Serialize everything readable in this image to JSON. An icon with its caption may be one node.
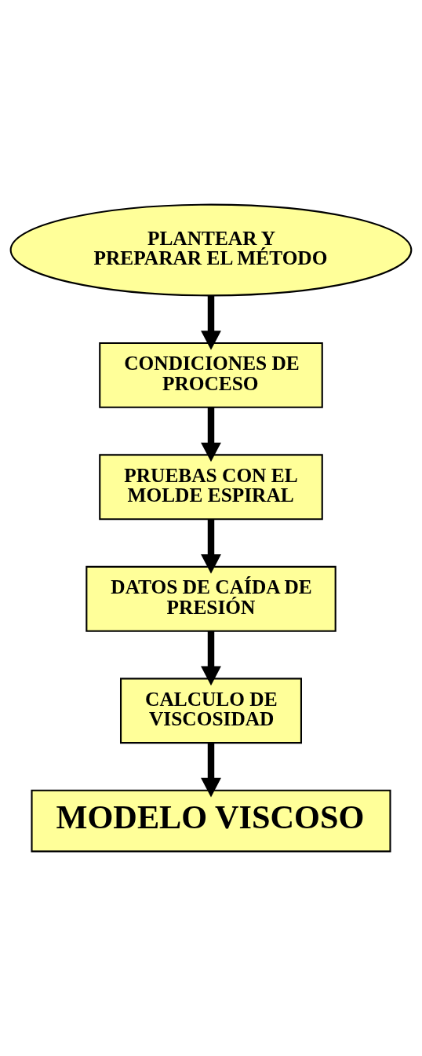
{
  "diagram": {
    "nodes": [
      {
        "text": [
          "PLANTEAR Y PREPARAR EL MÉTODO"
        ]
      },
      {
        "text": [
          "CONDICIONES DE PROCESO"
        ]
      },
      {
        "text": [
          "PRUEBAS CON EL MOLDE ESPIRAL"
        ]
      },
      {
        "text": [
          "DATOS DE CAÍDA DE PRESIÓN"
        ]
      },
      {
        "text": [
          "CALCULO DE VISCOSIDAD"
        ]
      },
      {
        "text": [
          "MODELO VISCOSO"
        ]
      }
    ],
    "edges": [
      {
        "from": 0,
        "to": 1,
        "arrow": "to"
      },
      {
        "from": 1,
        "to": 2,
        "arrow": "to"
      },
      {
        "from": 2,
        "to": 3,
        "arrow": "to"
      },
      {
        "from": 3,
        "to": 4,
        "arrow": "to"
      },
      {
        "from": 4,
        "to": 5,
        "arrow": "to"
      }
    ]
  }
}
